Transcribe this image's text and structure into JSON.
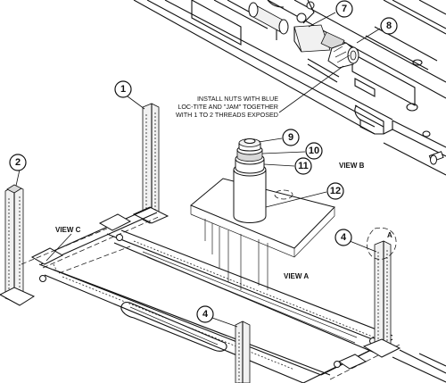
{
  "callouts": {
    "c1": "1",
    "c2": "2",
    "c4a": "4",
    "c4b": "4",
    "c7": "7",
    "c8": "8",
    "c9": "9",
    "c10": "10",
    "c11": "11",
    "c12": "12",
    "detail_a": "A"
  },
  "views": {
    "view_a": "VIEW A",
    "view_b": "VIEW B",
    "view_c": "VIEW C"
  },
  "note": {
    "line1": "INSTALL NUTS WITH BLUE",
    "line2": "LOC-TITE AND \"JAM\" TOGETHER",
    "line3": "WITH 1 TO 2 THREADS EXPOSED"
  },
  "colors": {
    "ink": "#111111",
    "paper": "#ffffff",
    "shade": "#d9d9d9"
  }
}
